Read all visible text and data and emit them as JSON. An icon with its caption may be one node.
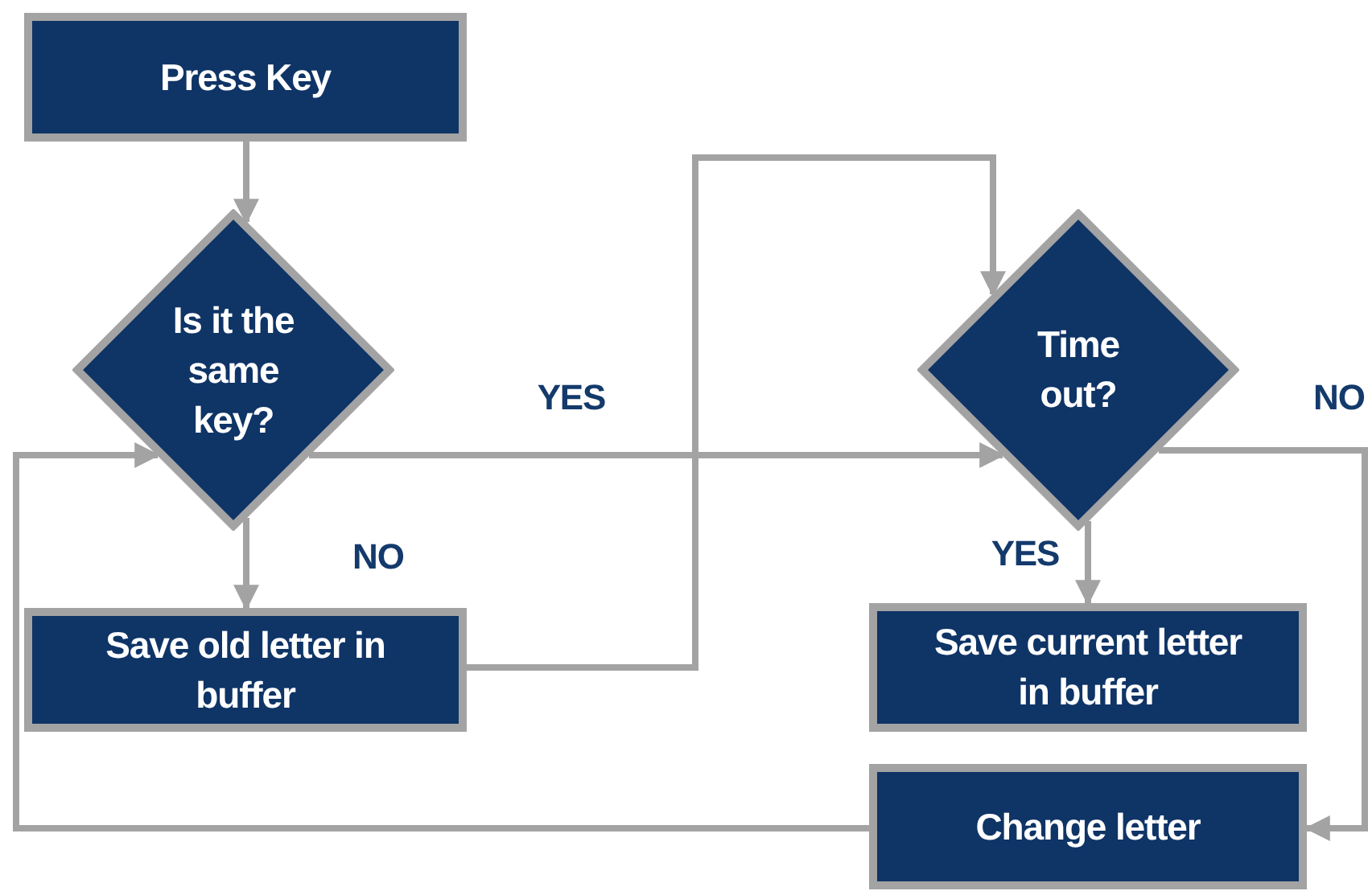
{
  "diagram": {
    "nodes": [
      {
        "text": [
          "Press Key"
        ]
      },
      {
        "text": [
          "Is it the same key?"
        ]
      },
      {
        "text": [
          "Save old letter in buffer"
        ]
      },
      {
        "text": [
          "Time out?"
        ]
      },
      {
        "text": [
          "Save current letter in buffer"
        ]
      },
      {
        "text": [
          "Change letter"
        ]
      }
    ],
    "edges": [
      {
        "from": 0,
        "to": 1,
        "arrow": "to"
      },
      {
        "from": 1,
        "to": 2,
        "arrow": "to",
        "label": "NO"
      },
      {
        "from": 1,
        "to": 3,
        "arrow": "to",
        "label": "YES"
      },
      {
        "from": 2,
        "to": 3,
        "arrow": "to"
      },
      {
        "from": 3,
        "to": 4,
        "arrow": "to",
        "label": "YES"
      },
      {
        "from": 3,
        "to": 5,
        "arrow": "to",
        "label": "NO"
      },
      {
        "from": 5,
        "to": 1,
        "arrow": "to"
      }
    ]
  }
}
